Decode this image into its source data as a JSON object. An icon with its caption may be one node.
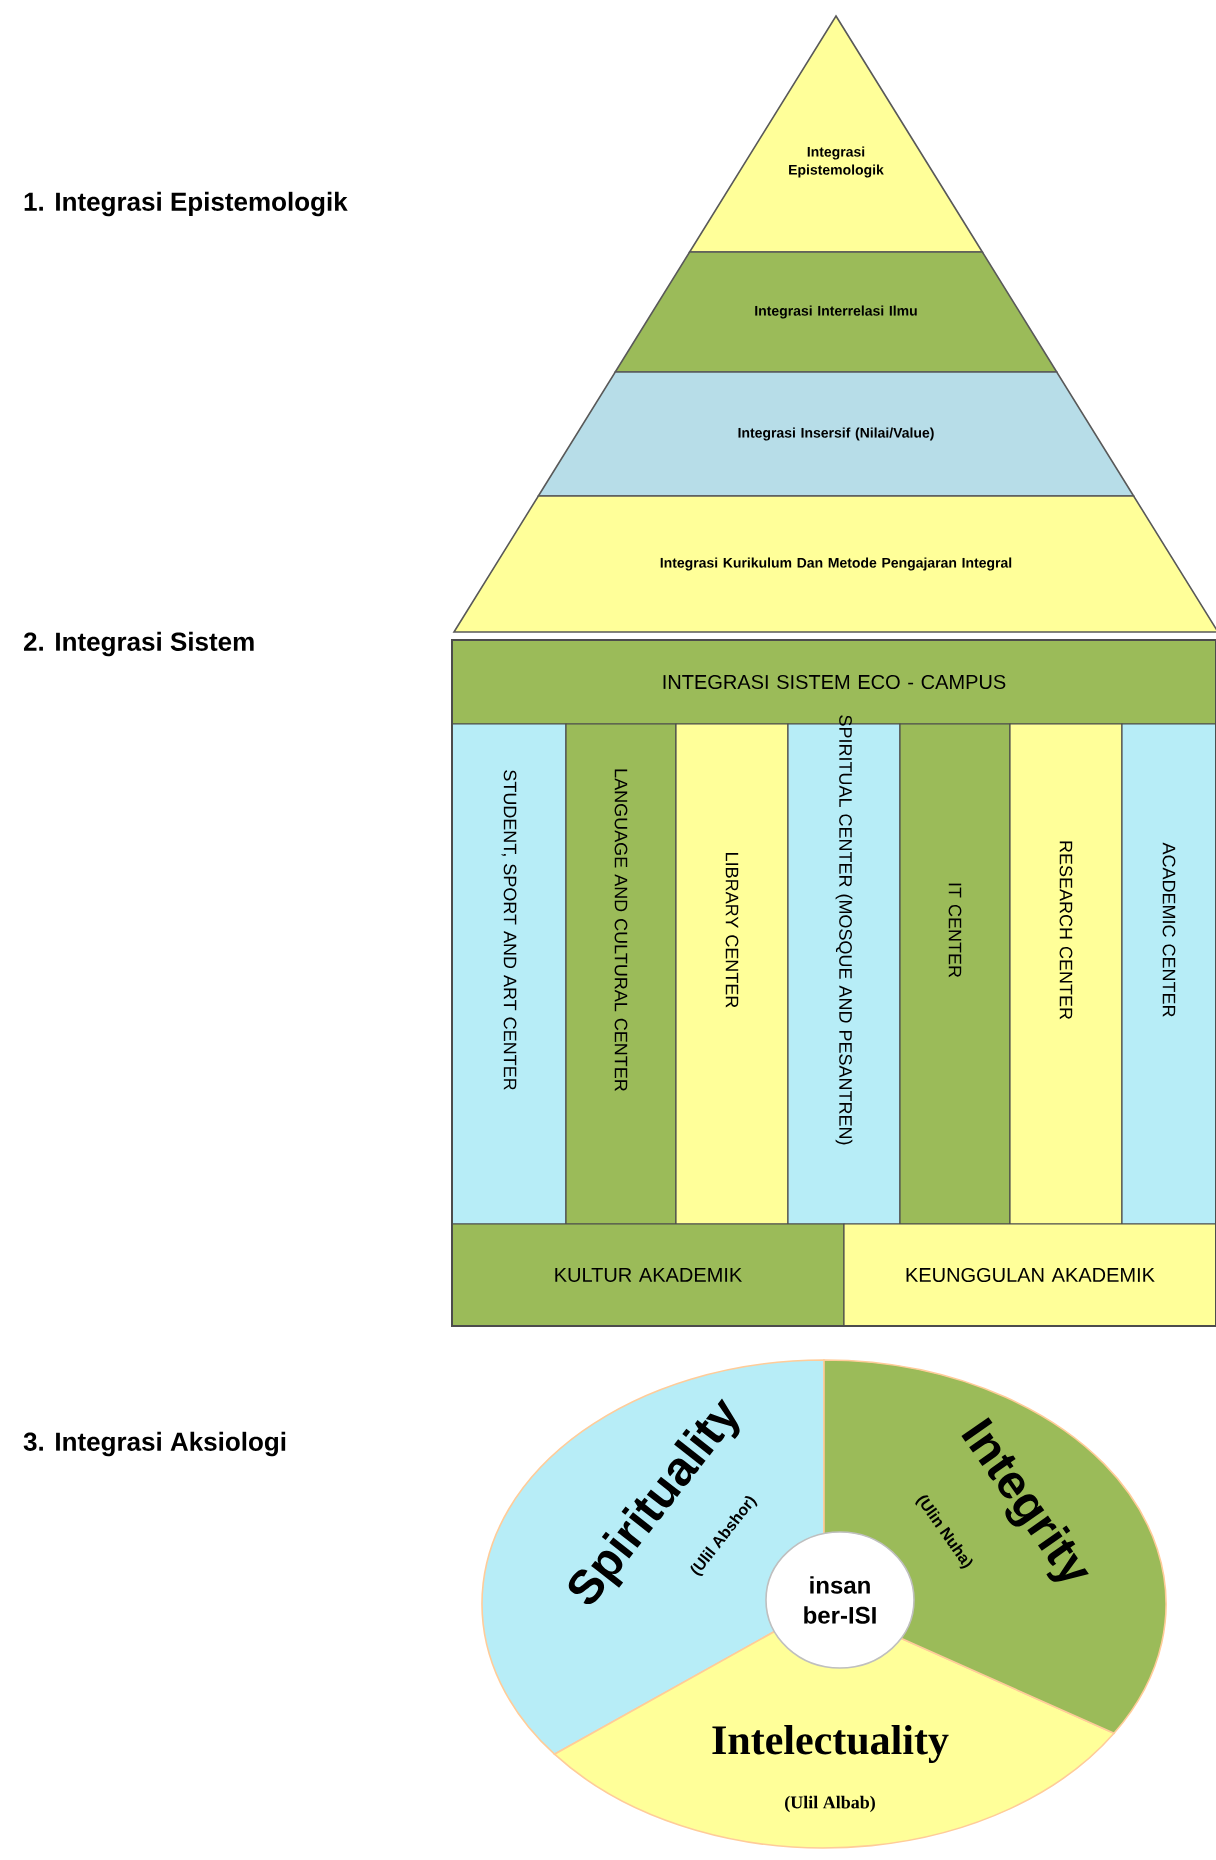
{
  "diagram": {
    "nodes": [
      {
        "text": [
          "Integrasi Epistemologik"
        ]
      },
      {
        "text": [
          "Integrasi Interrelasi Ilmu"
        ]
      },
      {
        "text": [
          "Integrasi Insersif (Nilai/Value)"
        ]
      },
      {
        "text": [
          "Integrasi Kurikulum Dan Metode Pengajaran Integral"
        ]
      },
      {
        "text": [
          "INTEGRASI SISTEM ECO - CAMPUS"
        ]
      },
      {
        "text": [
          "STUDENT, SPORT AND ART CENTER"
        ]
      },
      {
        "text": [
          "LANGUAGE AND CULTURAL CENTER"
        ]
      },
      {
        "text": [
          "LIBRARY CENTER"
        ]
      },
      {
        "text": [
          "SPIRITUAL CENTER (MOSQUE AND PESANTREN)"
        ]
      },
      {
        "text": [
          "IT CENTER"
        ]
      },
      {
        "text": [
          "RESEARCH CENTER"
        ]
      },
      {
        "text": [
          "ACADEMIC CENTER"
        ]
      },
      {
        "text": [
          "KULTUR AKADEMIK"
        ]
      },
      {
        "text": [
          "KEUNGGULAN AKADEMIK"
        ]
      },
      {
        "text": [
          "Spirituality",
          "(Ulil Abshor)"
        ]
      },
      {
        "text": [
          "Integrity",
          "(Ulin Nuha)"
        ]
      },
      {
        "text": [
          "Intelectuality",
          "(Ulil Albab)"
        ]
      },
      {
        "text": [
          "insan ber-ISI"
        ]
      }
    ],
    "labels": [
      "1. Integrasi Epistemologik",
      "2. Integrasi Sistem",
      "3. Integrasi Aksiologi"
    ]
  }
}
